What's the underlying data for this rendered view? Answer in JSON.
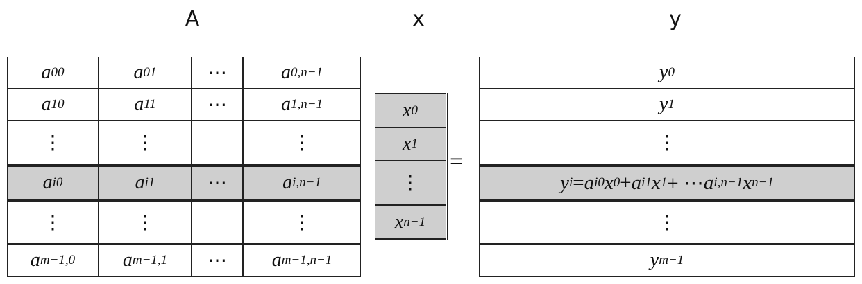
{
  "labels": {
    "A": "A",
    "x": "x",
    "y": "y"
  },
  "matrix_A": {
    "rows": [
      [
        [
          "a",
          "00"
        ],
        [
          "a",
          "01"
        ],
        [
          "⋯",
          ""
        ],
        [
          "a",
          "0,n−1"
        ]
      ],
      [
        [
          "a",
          "10"
        ],
        [
          "a",
          "11"
        ],
        [
          "⋯",
          ""
        ],
        [
          "a",
          "1,n−1"
        ]
      ],
      [
        [
          "⋮",
          ""
        ],
        [
          "⋮",
          ""
        ],
        [
          "",
          ""
        ],
        [
          "⋮",
          ""
        ]
      ],
      [
        [
          "a",
          "i0"
        ],
        [
          "a",
          "i1"
        ],
        [
          "⋯",
          ""
        ],
        [
          "a",
          "i,n−1"
        ]
      ],
      [
        [
          "⋮",
          ""
        ],
        [
          "⋮",
          ""
        ],
        [
          "",
          ""
        ],
        [
          "⋮",
          ""
        ]
      ],
      [
        [
          "a",
          "m−1,0"
        ],
        [
          "a",
          "m−1,1"
        ],
        [
          "⋯",
          ""
        ],
        [
          "a",
          "m−1,n−1"
        ]
      ]
    ],
    "highlight_row": 3,
    "shade_color": "#cfcfcf"
  },
  "vector_x": {
    "entries": [
      [
        "x",
        "0"
      ],
      [
        "x",
        "1"
      ],
      [
        "⋮",
        ""
      ],
      [
        "x",
        "n−1"
      ]
    ]
  },
  "equals": "=",
  "vector_y": {
    "entries": [
      [
        "y",
        "0"
      ],
      [
        "y",
        "1"
      ],
      [
        "⋮",
        ""
      ],
      [
        "y_i = a_i0 x_0 + a_i1 x_1 + ⋯ a_i,n−1 x_n−1",
        ""
      ],
      [
        "⋮",
        ""
      ],
      [
        "y",
        "m−1"
      ]
    ],
    "highlight_row": 3
  }
}
